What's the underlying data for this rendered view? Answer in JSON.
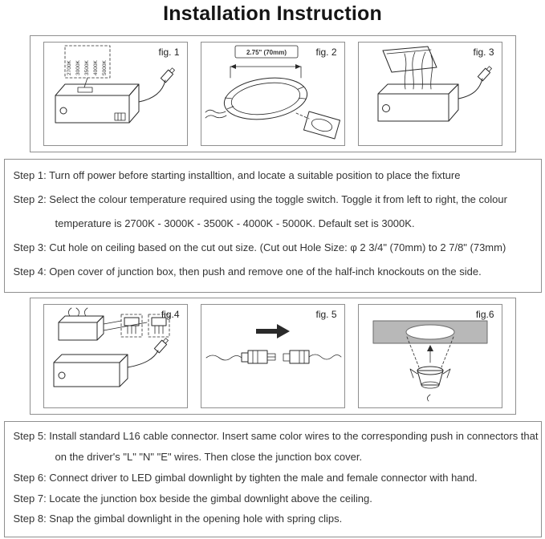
{
  "title": "Installation Instruction",
  "figures_row1": {
    "fig1": {
      "label": "fig. 1",
      "temps": [
        "2700K",
        "3000K",
        "3500K",
        "4000K",
        "5000K"
      ]
    },
    "fig2": {
      "label": "fig. 2",
      "dimension": "2.75\" (70mm)"
    },
    "fig3": {
      "label": "fig. 3"
    }
  },
  "figures_row2": {
    "fig4": {
      "label": "fig.4"
    },
    "fig5": {
      "label": "fig. 5"
    },
    "fig6": {
      "label": "fig.6"
    }
  },
  "steps_top": {
    "s1": "Step 1: Turn off power before starting installtion, and locate a suitable position to place the fixture",
    "s2a": "Step 2: Select the colour temperature required using the toggle switch. Toggle it from left to right, the colour",
    "s2b": "temperature is 2700K - 3000K - 3500K - 4000K - 5000K. Default set is 3000K.",
    "s3": "Step 3: Cut hole on ceiling based on the cut out size.  (Cut out Hole Size: φ 2 3/4\" (70mm) to 2 7/8\" (73mm)",
    "s4": "Step 4: Open cover of junction box, then push and remove one of the half-inch knockouts on the side."
  },
  "steps_bottom": {
    "s5a": "Step 5: Install standard L16 cable connector. Insert same color wires to the corresponding push in connectors that",
    "s5b": "on the driver's \"L\" \"N\" \"E\" wires. Then close the junction box cover.",
    "s6": "Step 6: Connect driver to LED gimbal downlight by tighten the male and female connector with hand.",
    "s7": "Step 7: Locate the junction box beside the gimbal downlight above the ceiling.",
    "s8": "Step 8: Snap the gimbal downlight in the opening hole with spring clips."
  },
  "colors": {
    "line": "#2a2a2a",
    "border": "#8f8f8f",
    "ceiling": "#b8b8b8"
  }
}
